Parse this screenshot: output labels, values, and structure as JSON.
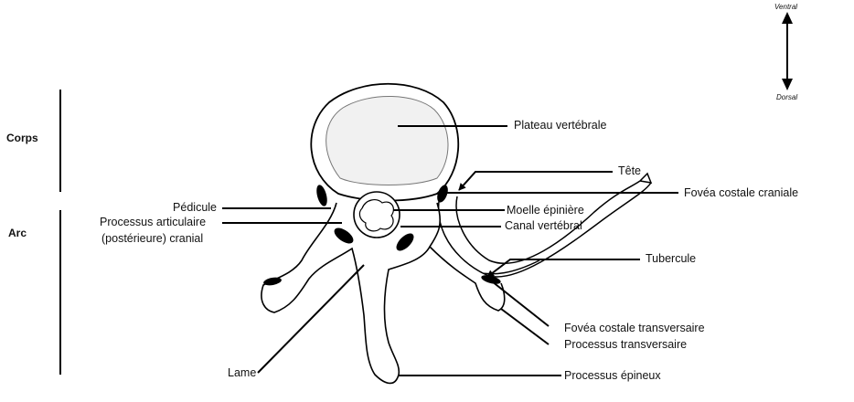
{
  "orientation": {
    "ventral": "Ventral",
    "dorsal": "Dorsal"
  },
  "regions": {
    "body": "Corps",
    "arch": "Arc"
  },
  "labels": {
    "plateau": "Plateau vertébrale",
    "tete": "Tête",
    "fovea_craniale": "Fovéa costale craniale",
    "moelle": "Moelle épinière",
    "canal": "Canal vertébral",
    "pedicule": "Pédicule",
    "proc_articulaire_1": "Processus articulaire",
    "proc_articulaire_2": "(postérieure) cranial",
    "tubercule": "Tubercule",
    "fovea_transversaire": "Fovéa costale transversaire",
    "proc_transversaire": "Processus transversaire",
    "lame": "Lame",
    "proc_epineux": "Processus épineux"
  }
}
